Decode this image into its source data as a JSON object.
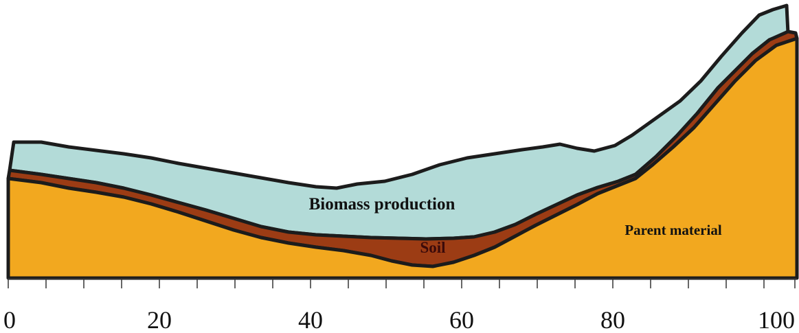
{
  "diagram": {
    "labels": {
      "biomass": "Biomass production",
      "soil": "Soil",
      "parent": "Parent material"
    },
    "axis": {
      "ticks": [
        "0",
        "20",
        "40",
        "60",
        "80",
        "100"
      ]
    },
    "colors": {
      "biomass": "#b3dbd8",
      "soil": "#9c3c14",
      "parent": "#f2a81f",
      "outline": "#1c1c1c",
      "soil_label": "#3a0a0a",
      "text": "#111111"
    }
  }
}
